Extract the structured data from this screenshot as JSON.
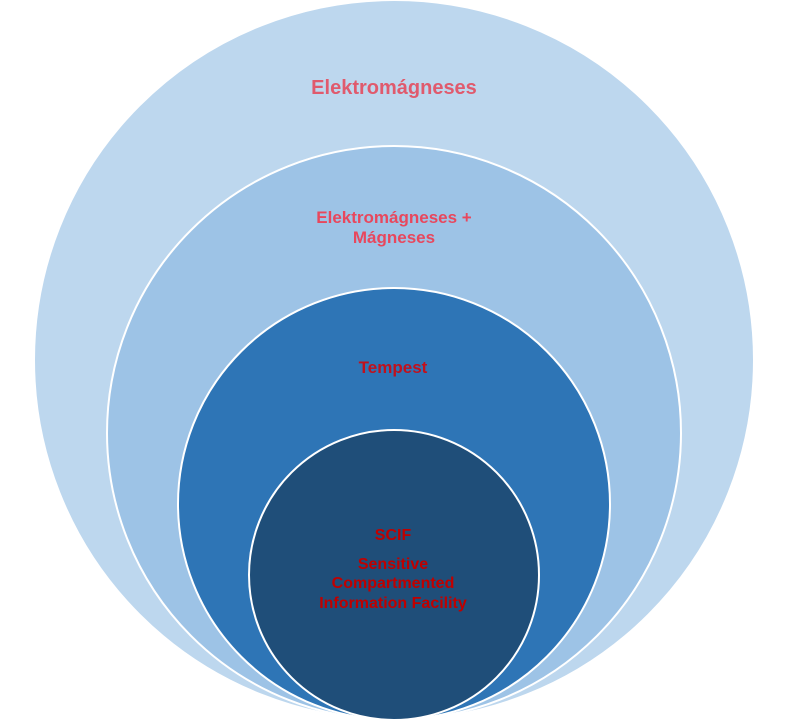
{
  "diagram": {
    "type": "nested-circles",
    "layers": [
      {
        "id": "outer",
        "label": "Elektromágneses",
        "fill": "#bdd7ee",
        "text_color": "#e05a6d"
      },
      {
        "id": "second",
        "label_lines": [
          "Elektromágneses +",
          "Mágneses"
        ],
        "fill": "#9dc3e6",
        "text_color": "#e8475d"
      },
      {
        "id": "third",
        "label": "Tempest",
        "fill": "#2e75b6",
        "text_color": "#c0111d"
      },
      {
        "id": "inner",
        "acronym": "SCIF",
        "full_lines": [
          "Sensitive",
          "Compartmented",
          "Information Facility"
        ],
        "fill": "#1f4e79",
        "text_color": "#c00000"
      }
    ],
    "stroke": "#ffffff"
  }
}
